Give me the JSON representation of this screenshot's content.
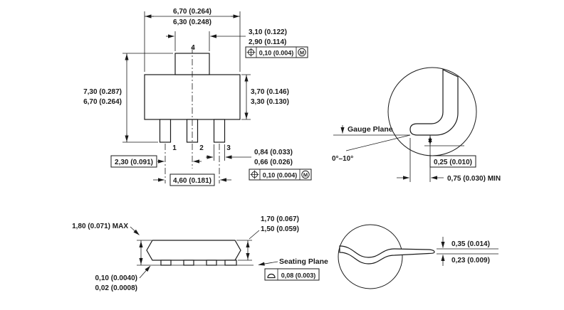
{
  "meta": {
    "background": "#ffffff",
    "ink": "#1a1a1a",
    "drawing_type": "package-outline-mechanical-drawing"
  },
  "top_view": {
    "width_dim": {
      "max": "6,70 (0.264)",
      "min": "6,30 (0.248)"
    },
    "tab_dim": {
      "max": "3,10 (0.122)",
      "min": "2,90 (0.114)"
    },
    "tab_fcf": {
      "tolerance": "0,10 (0.004)",
      "modifier": "M"
    },
    "height_dim": {
      "max": "7,30 (0.287)",
      "min": "6,70 (0.264)"
    },
    "body_dim": {
      "max": "3,70 (0.146)",
      "min": "3,30 (0.130)"
    },
    "pin_labels": [
      "1",
      "2",
      "3",
      "4"
    ],
    "pitch_dim": "2,30 (0.091)",
    "span_dim": "4,60 (0.181)",
    "lead_width_dim": {
      "max": "0,84 (0.033)",
      "min": "0,66 (0.026)"
    },
    "lead_fcf": {
      "tolerance": "0,10 (0.004)",
      "modifier": "M"
    }
  },
  "gauge_detail": {
    "label": "Gauge Plane",
    "angle": "0°–10°",
    "offset_dim": "0,25 (0.010)",
    "length_dim": "0,75 (0.030) MIN"
  },
  "side_view": {
    "height_dim": "1,80 (0.071) MAX",
    "body_height_dim": {
      "max": "1,70 (0.067)",
      "min": "1,50 (0.059)"
    },
    "standoff_dim": {
      "max": "0,10 (0.0040)",
      "min": "0,02 (0.0008)"
    },
    "seating_plane_label": "Seating Plane",
    "flatness": "0,08 (0.003)"
  },
  "lead_detail": {
    "thickness_dim": {
      "max": "0,35 (0.014)",
      "min": "0,23 (0.009)"
    }
  }
}
